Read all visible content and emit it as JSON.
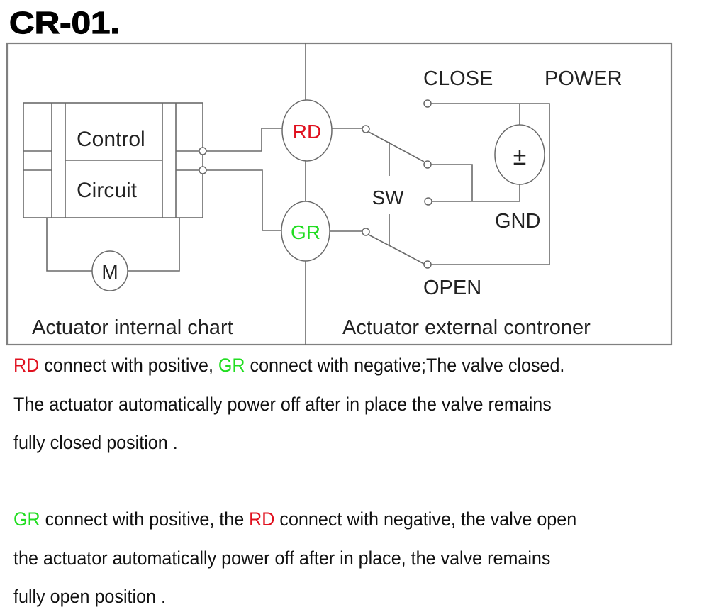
{
  "title": "CR-01.",
  "colors": {
    "red_wire": "#e0101e",
    "green_wire": "#22dd22",
    "line": "#6a6a6a",
    "text": "#111111"
  },
  "diagram": {
    "internal": {
      "box_labels": [
        "Control",
        "Circuit"
      ],
      "motor_label": "M",
      "caption": "Actuator internal chart"
    },
    "wires": {
      "rd_label": "RD",
      "gr_label": "GR"
    },
    "external": {
      "switch_label": "SW",
      "close_label": "CLOSE",
      "power_label": "POWER",
      "power_symbol": "±",
      "gnd_label": "GND",
      "open_label": "OPEN",
      "caption": "Actuator external controner"
    }
  },
  "notes": {
    "close": {
      "line1": {
        "w1": "RD",
        "t1": " connect with positive, ",
        "w2": "GR",
        "t2": " connect with negative;The valve closed."
      },
      "line2": "The actuator automatically power off after in place the valve remains",
      "line3": "fully closed position ."
    },
    "open": {
      "line1": {
        "w1": "GR",
        "t1": " connect with positive, the ",
        "w2": "RD",
        "t2": " connect with negative, the valve open"
      },
      "line2": "the actuator automatically power off after in place, the valve remains",
      "line3": "fully open position ."
    }
  }
}
